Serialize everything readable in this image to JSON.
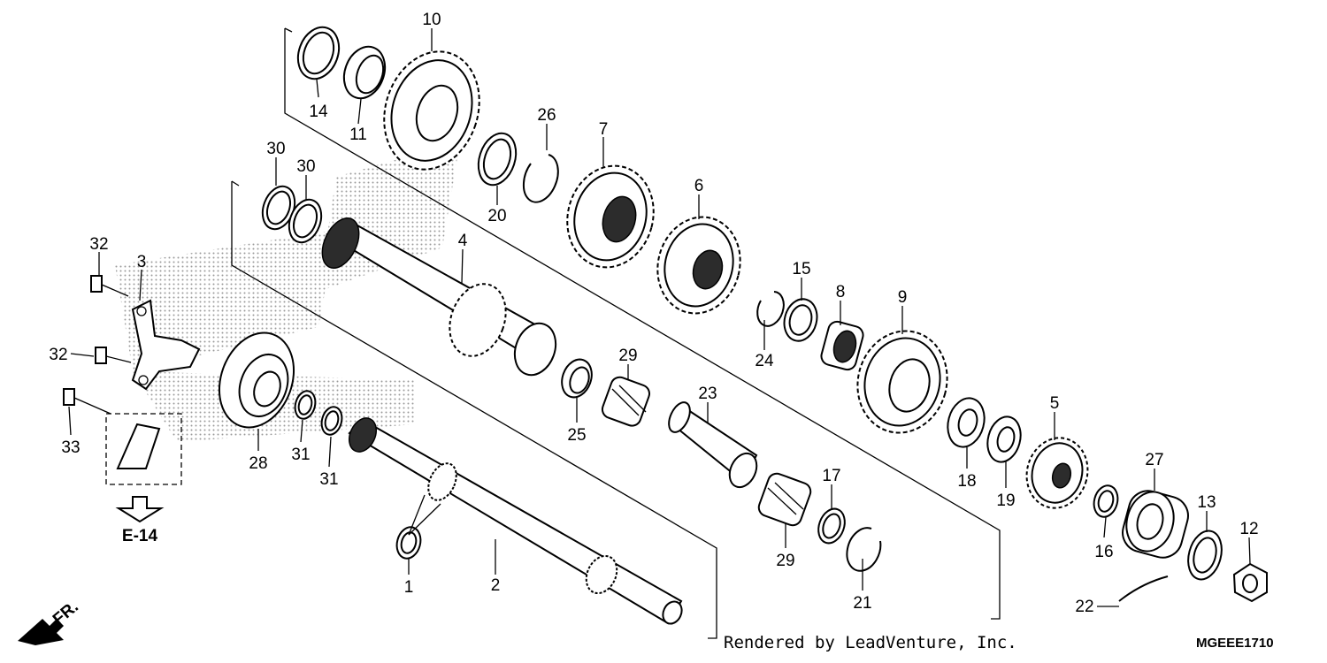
{
  "callouts": [
    {
      "id": "c10",
      "text": "10"
    },
    {
      "id": "c14",
      "text": "14"
    },
    {
      "id": "c11",
      "text": "11"
    },
    {
      "id": "c26",
      "text": "26"
    },
    {
      "id": "c7",
      "text": "7"
    },
    {
      "id": "c20",
      "text": "20"
    },
    {
      "id": "c6",
      "text": "6"
    },
    {
      "id": "c30a",
      "text": "30"
    },
    {
      "id": "c30b",
      "text": "30"
    },
    {
      "id": "c4",
      "text": "4"
    },
    {
      "id": "c32a",
      "text": "32"
    },
    {
      "id": "c3",
      "text": "3"
    },
    {
      "id": "c15",
      "text": "15"
    },
    {
      "id": "c8",
      "text": "8"
    },
    {
      "id": "c9",
      "text": "9"
    },
    {
      "id": "c24",
      "text": "24"
    },
    {
      "id": "c32b",
      "text": "32"
    },
    {
      "id": "c29a",
      "text": "29"
    },
    {
      "id": "c23",
      "text": "23"
    },
    {
      "id": "c25",
      "text": "25"
    },
    {
      "id": "c33",
      "text": "33"
    },
    {
      "id": "c5",
      "text": "5"
    },
    {
      "id": "c28",
      "text": "28"
    },
    {
      "id": "c31a",
      "text": "31"
    },
    {
      "id": "c31b",
      "text": "31"
    },
    {
      "id": "c18",
      "text": "18"
    },
    {
      "id": "c19",
      "text": "19"
    },
    {
      "id": "c27",
      "text": "27"
    },
    {
      "id": "c17",
      "text": "17"
    },
    {
      "id": "c13",
      "text": "13"
    },
    {
      "id": "c16",
      "text": "16"
    },
    {
      "id": "c12",
      "text": "12"
    },
    {
      "id": "c29b",
      "text": "29"
    },
    {
      "id": "c1",
      "text": "1"
    },
    {
      "id": "c2",
      "text": "2"
    },
    {
      "id": "c21",
      "text": "21"
    },
    {
      "id": "c22",
      "text": "22"
    }
  ],
  "reference": "E-14",
  "direction_label": "FR.",
  "credit": "Rendered by LeadVenture, Inc.",
  "diagram_code": "MGEEE1710"
}
